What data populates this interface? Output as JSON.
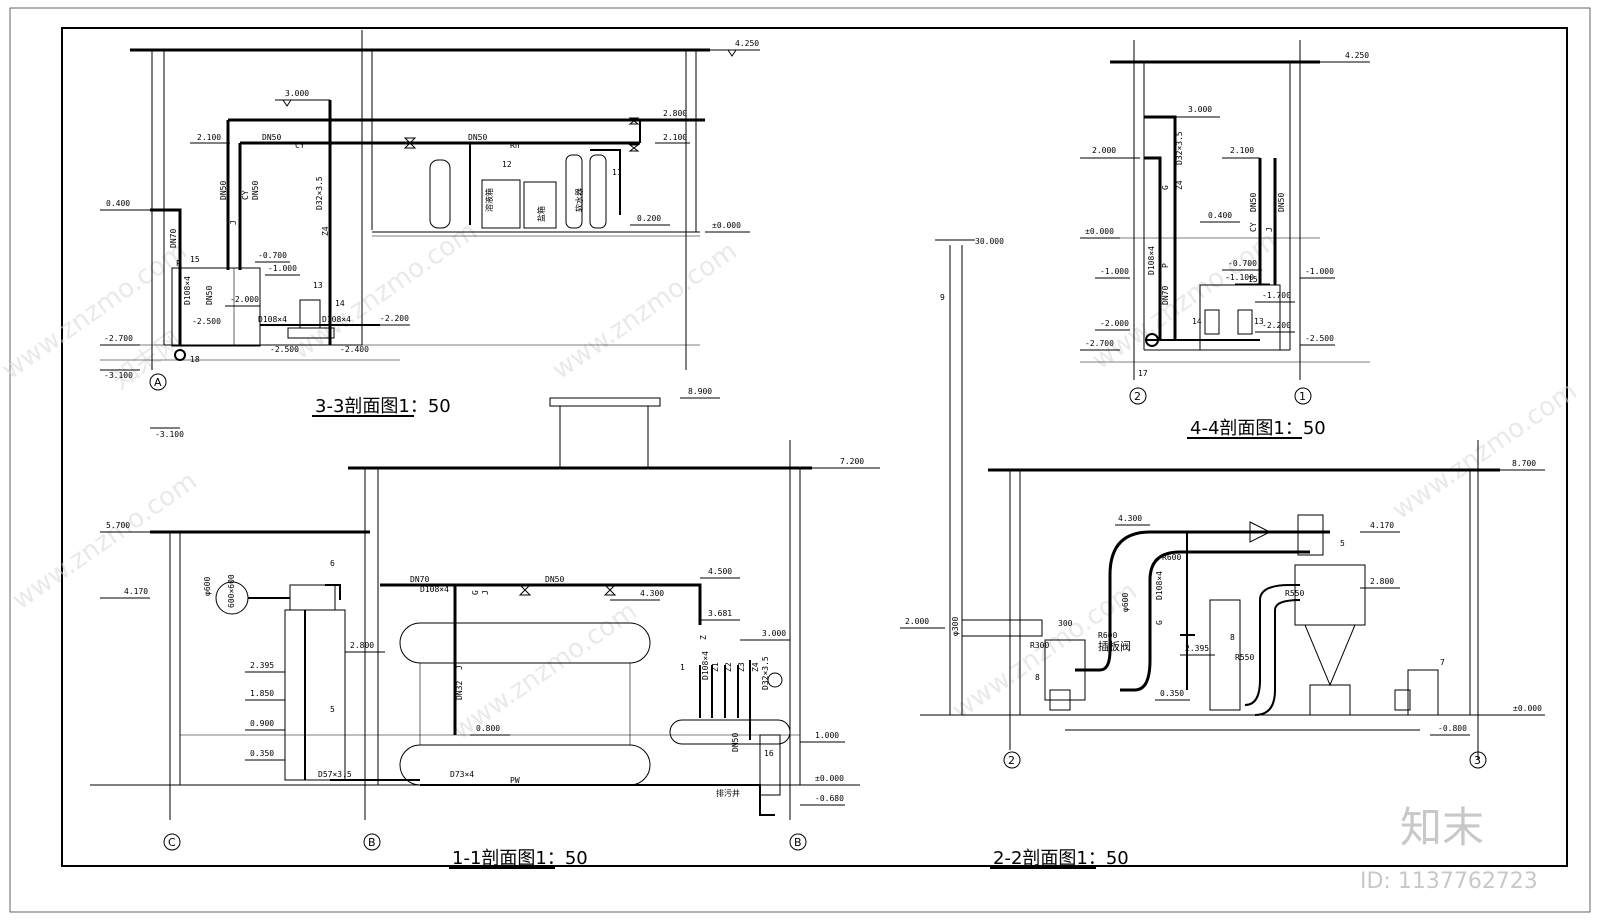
{
  "watermark": {
    "site": "www.znzmo.com",
    "brand": "知末网",
    "logo": "知末",
    "id_label": "ID: 1137762723"
  },
  "sections": {
    "s33": {
      "title": "3-3剖面图1：50",
      "axis": "A",
      "elevations": [
        "4.250",
        "3.000",
        "2.800",
        "2.100",
        "2.100",
        "0.400",
        "0.200",
        "±0.000",
        "-0.700",
        "-1.000",
        "-2.000",
        "-2.500",
        "-2.200",
        "-2.400",
        "-2.500",
        "-2.700",
        "-3.100",
        "-3.100"
      ],
      "pipes": [
        "DN50",
        "CY",
        "DN50",
        "DN50",
        "CY",
        "J",
        "DN50",
        "Z4",
        "D32×3.5",
        "DN70",
        "DN50",
        "Rn",
        "D108×4",
        "D108×4",
        "D108×4",
        "P"
      ],
      "items": [
        "12",
        "11",
        "13",
        "14",
        "15",
        "18"
      ],
      "labels": [
        "溶液箱",
        "盐箱",
        "软水器"
      ]
    },
    "s44": {
      "title": "4-4剖面图1：50",
      "axes": [
        "2",
        "1"
      ],
      "elevations": [
        "4.250",
        "3.000",
        "2.000",
        "2.100",
        "0.400",
        "±0.000",
        "-0.700",
        "-1.000",
        "-1.100",
        "-1.000",
        "-1.700",
        "-2.000",
        "-2.200",
        "-2.700",
        "-2.500"
      ],
      "pipes": [
        "G",
        "Z4",
        "D32×3.5",
        "D108×4",
        "DN70",
        "P",
        "DN50",
        "CY",
        "J",
        "DN50"
      ],
      "items": [
        "15",
        "14",
        "13",
        "17"
      ]
    },
    "s11": {
      "title": "1-1剖面图1：50",
      "axes": [
        "C",
        "B",
        "B"
      ],
      "elevations": [
        "8.900",
        "7.200",
        "5.700",
        "4.170",
        "4.500",
        "4.300",
        "3.681",
        "3.000",
        "2.800",
        "2.395",
        "1.850",
        "0.900",
        "0.350",
        "0.800",
        "1.000",
        "±0.000",
        "-0.680"
      ],
      "pipes": [
        "DN70",
        "D108×4",
        "G",
        "J",
        "DN50",
        "Z",
        "DN32",
        "J",
        "D108×4",
        "Z1",
        "Z2",
        "Z3",
        "Z4",
        "D32×3.5",
        "D57×3.5",
        "D73×4",
        "PW",
        "DN50",
        "φ600",
        "600×600"
      ],
      "items": [
        "6",
        "5",
        "1",
        "16"
      ],
      "labels": [
        "排污井"
      ]
    },
    "s22": {
      "title": "2-2剖面图1：50",
      "axes": [
        "2",
        "3"
      ],
      "elevations": [
        "30.000",
        "8.700",
        "4.300",
        "4.170",
        "2.800",
        "2.000",
        "2.395",
        "0.350",
        "±0.000",
        "-0.800"
      ],
      "pipes": [
        "φ600",
        "D108×4",
        "G",
        "R600",
        "R600",
        "R300",
        "R550",
        "R550",
        "300",
        "φ300"
      ],
      "items": [
        "9",
        "5",
        "8",
        "8",
        "7"
      ],
      "labels": [
        "插板阀"
      ]
    }
  }
}
